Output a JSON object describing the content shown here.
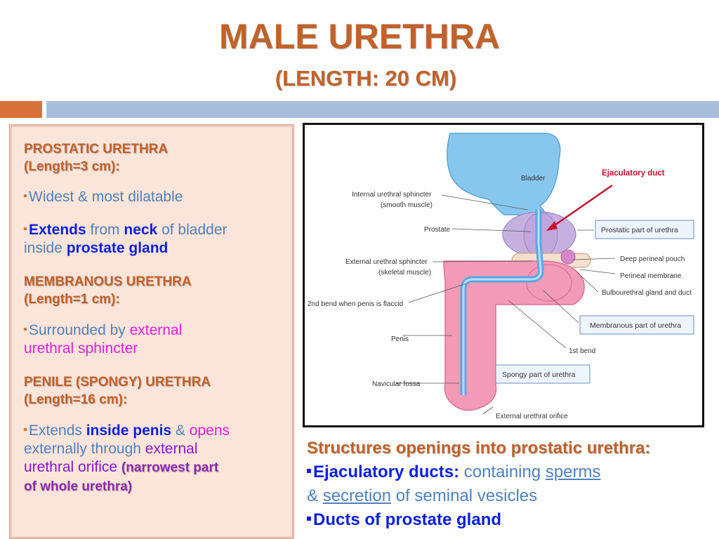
{
  "title": "MALE URETHRA",
  "subtitle": "(LENGTH: 20 CM)",
  "colors": {
    "heading": "#c0622b",
    "accent_bar": "#d8723a",
    "main_bar": "#a9bedb",
    "panel_bg": "#fbe4d9",
    "text_blue": "#4f81bd",
    "strong_blue": "#0b1fe0",
    "magenta": "#e020e0",
    "purple": "#8a16d0"
  },
  "left_panel": {
    "prostatic": {
      "heading_1": "PROSTATIC URETHRA",
      "heading_2": "(Length=3 cm):",
      "bullet1": "Widest & most dilatable",
      "bullet2": {
        "w1": "Extends",
        "w2": " from ",
        "w3": "neck",
        "w4": " of bladder",
        "w5": "inside ",
        "w6": "prostate gland"
      }
    },
    "membranous": {
      "heading_1": "MEMBRANOUS URETHRA",
      "heading_2": "(Length=1 cm):",
      "bullet1": {
        "w1": "Surrounded by ",
        "w2": "external",
        "w3": "urethral sphincter"
      }
    },
    "penile": {
      "heading_1": "PENILE (SPONGY) URETHRA",
      "heading_2": "(Length=16 cm):",
      "bullet1": {
        "w1": "Extends ",
        "w2": "inside penis",
        "w3": " & ",
        "w4": "opens",
        "w5": "externally through ",
        "w6": "external",
        "w7": "urethral orifice ",
        "w8": "(narrowest part",
        "w9": "of whole urethra)"
      }
    }
  },
  "figure": {
    "labels": {
      "bladder": "Bladder",
      "ejaculatory_duct": "Ejaculatory duct",
      "internal_sphincter_1": "Internal urethral sphincter",
      "internal_sphincter_2": "(smooth muscle)",
      "prostate": "Prostate",
      "prostatic_part": "Prostatic part of urethra",
      "external_sphincter_1": "External urethral sphincter",
      "external_sphincter_2": "(skeletal muscle)",
      "deep_perineal_pouch": "Deep perineal pouch",
      "perineal_membrane": "Perineal membrane",
      "bulbourethral": "Bulbourethral gland and duct",
      "second_bend": "2nd bend when penis is flaccid",
      "membranous_part": "Membranous part of urethra",
      "penis": "Penis",
      "first_bend": "1st bend",
      "spongy_part": "Spongy part of urethra",
      "navicular_fossa": "Navicular fossa",
      "external_orifice": "External urethral orifice"
    }
  },
  "bottom": {
    "heading": "Structures openings into prostatic urethra:",
    "line1": {
      "strong": "Ejaculatory ducts:",
      "rest1": " containing ",
      "sperms": "sperms"
    },
    "line2": {
      "amp": "& ",
      "secretion": "secretion",
      "rest": " of seminal vesicles"
    },
    "line3": {
      "strong": "Ducts of prostate gland"
    }
  }
}
